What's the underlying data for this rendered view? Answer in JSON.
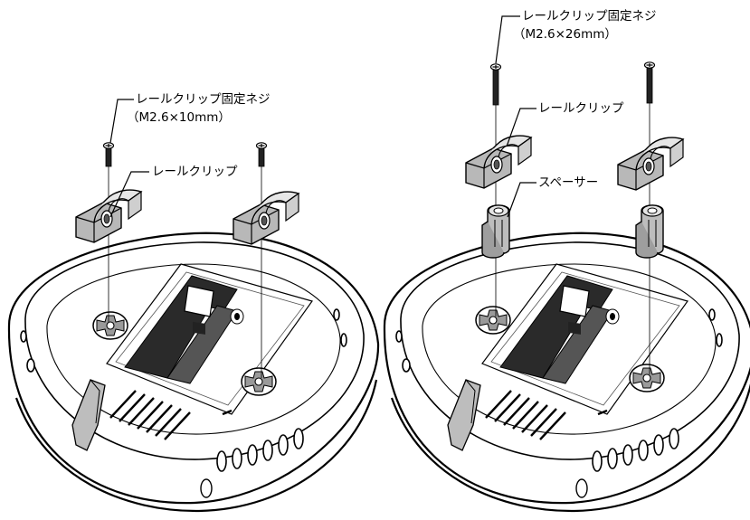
{
  "left_panel": {
    "screw_label_line1": "レールクリップ固定ネジ",
    "screw_label_line2": "（M2.6×10mm）",
    "clip_label": "レールクリップ"
  },
  "right_panel": {
    "screw_label_line1": "レールクリップ固定ネジ",
    "screw_label_line2": "（M2.6×26mm）",
    "clip_label": "レールクリップ",
    "spacer_label": "スペーサー"
  }
}
